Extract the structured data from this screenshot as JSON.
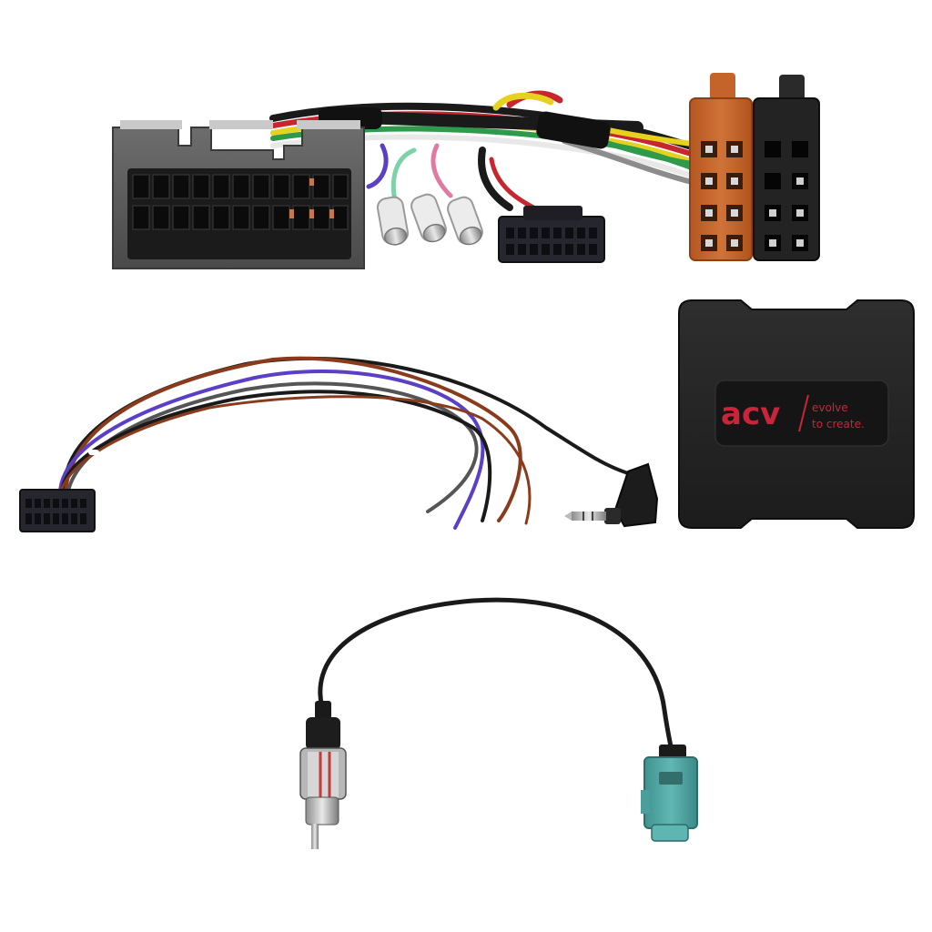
{
  "product": {
    "brand_logo": "acv",
    "slogan_line1": "evolve",
    "slogan_line2": "to create."
  },
  "colors": {
    "wire_red": "#c7262e",
    "wire_yellow": "#e6d21e",
    "wire_green": "#2e9a4a",
    "wire_white": "#e8e8e8",
    "wire_violet": "#5b3fc4",
    "wire_brown": "#8a3b1c",
    "wire_black": "#1a1a1a",
    "wire_pink": "#e17aa0",
    "wire_mint": "#7fd2a8",
    "iso_brown": "#c5642a",
    "fakra_teal": "#4fa8a6",
    "logo_red": "#c8253a"
  },
  "items": [
    "vehicle-harness-connector",
    "iso-power-connector",
    "iso-speaker-connector",
    "radio-connector",
    "steering-wheel-interface-box",
    "patch-lead",
    "jack-plug-3.5mm",
    "din-antenna-adapter",
    "fakra-antenna-plug"
  ]
}
